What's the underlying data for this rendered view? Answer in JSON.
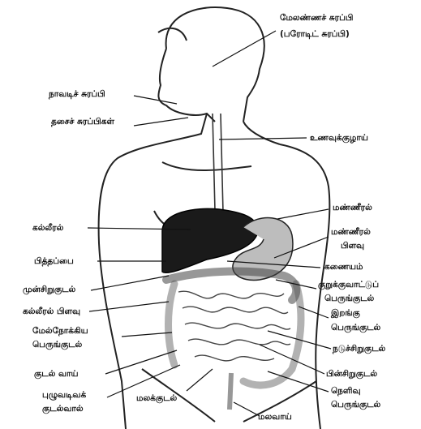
{
  "labels": {
    "parotid_line1": "மேலண்ணச் சுரப்பி",
    "parotid_line2": "(பரோடிட் சுரப்பி)",
    "sublingual": "நாவடிச் சுரப்பி",
    "submandibular": "தசைச் சுரப்பிகள்",
    "esophagus": "உணவுக்குழாய்",
    "stomach": "மண்ணீரல்",
    "spleen_line1": "மண்ணீரல்",
    "spleen_line2": "பிளவு",
    "liver": "கல்லீரல்",
    "gallbladder": "பித்தப்பை",
    "pancreas": "கணையம்",
    "duodenum": "முன்சிறுகுடல்",
    "transverse_line1": "குறுக்குவாட்டுப்",
    "transverse_line2": "பெருங்குடல்",
    "hepatic_flexure": "கல்லீரல் பிளவு",
    "descending_line1": "இறங்கு",
    "descending_line2": "பெருங்குடல்",
    "ascending_line1": "மேல்நோக்கிய",
    "ascending_line2": "பெருங்குடல்",
    "jejunum": "நடுச்சிறுகுடல்",
    "cecum": "குடல் வாய்",
    "ileum": "பின்சிறுகுடல்",
    "appendix_line1": "புழுவடிவக்",
    "appendix_line2": "குடல்வால்",
    "sigmoid_line1": "நெளிவு",
    "sigmoid_line2": "பெருங்குடல்",
    "rectum": "மலக்குடல்",
    "anus": "மலவாய்"
  }
}
